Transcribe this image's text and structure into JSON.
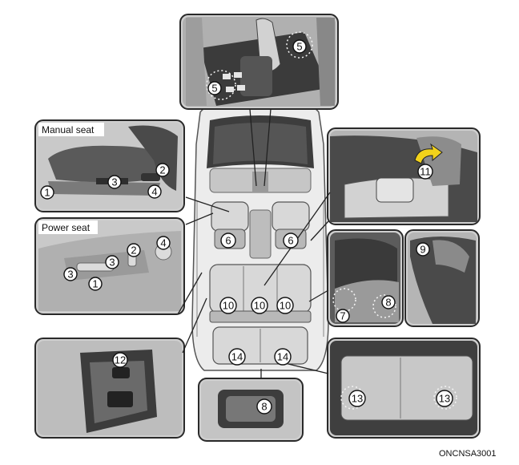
{
  "labels": {
    "manual_seat": "Manual seat",
    "power_seat": "Power seat",
    "figure_code": "ONCNSA3001"
  },
  "callouts": {
    "c1a": "1",
    "c2a": "2",
    "c3a": "3",
    "c4a": "4",
    "c1b": "1",
    "c2b": "2",
    "c3b": "3",
    "c3c": "3",
    "c4b": "4",
    "c5a": "5",
    "c5b": "5",
    "c6a": "6",
    "c6b": "6",
    "c7": "7",
    "c8a": "8",
    "c8b": "8",
    "c9": "9",
    "c10a": "10",
    "c10b": "10",
    "c10c": "10",
    "c11": "11",
    "c12": "12",
    "c13a": "13",
    "c13b": "13",
    "c14a": "14",
    "c14b": "14"
  },
  "colors": {
    "panel_bg": "#cfcfcf",
    "arrow_yellow": "#f2d21b"
  }
}
